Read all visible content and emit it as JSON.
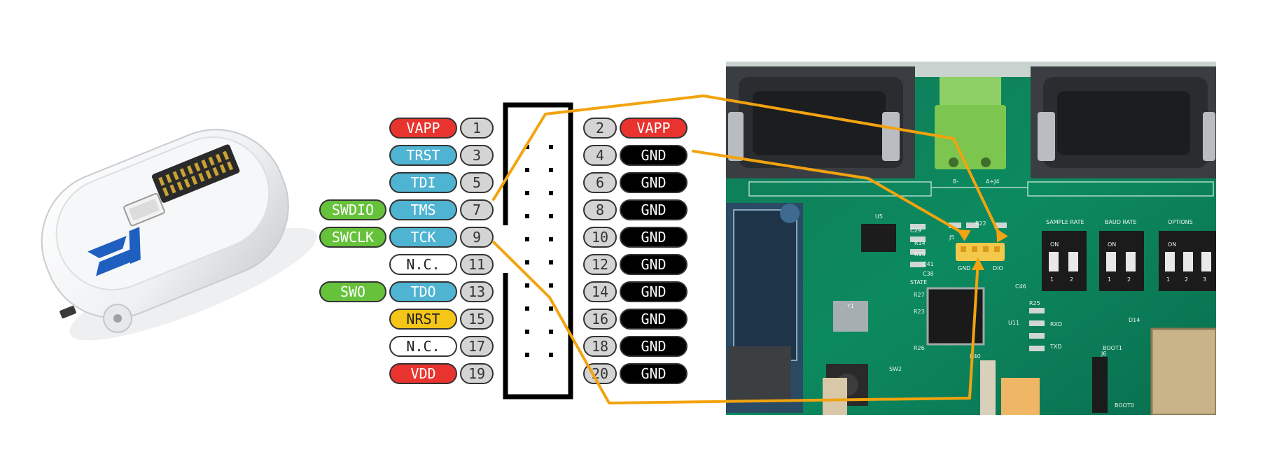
{
  "diagram": {
    "connector": {
      "left_pins": [
        {
          "num": "1",
          "label": "VAPP",
          "fill": "#e8332e",
          "text": "#ffffff",
          "alt": ""
        },
        {
          "num": "3",
          "label": "TRST",
          "fill": "#4fb3d2",
          "text": "#ffffff",
          "alt": ""
        },
        {
          "num": "5",
          "label": "TDI",
          "fill": "#4fb3d2",
          "text": "#ffffff",
          "alt": ""
        },
        {
          "num": "7",
          "label": "TMS",
          "fill": "#4fb3d2",
          "text": "#ffffff",
          "alt": "SWDIO"
        },
        {
          "num": "9",
          "label": "TCK",
          "fill": "#4fb3d2",
          "text": "#ffffff",
          "alt": "SWCLK"
        },
        {
          "num": "11",
          "label": "N.C.",
          "fill": "#ffffff",
          "text": "#222222",
          "alt": ""
        },
        {
          "num": "13",
          "label": "TDO",
          "fill": "#4fb3d2",
          "text": "#ffffff",
          "alt": "SWO"
        },
        {
          "num": "15",
          "label": "NRST",
          "fill": "#f5c518",
          "text": "#222222",
          "alt": ""
        },
        {
          "num": "17",
          "label": "N.C.",
          "fill": "#ffffff",
          "text": "#222222",
          "alt": ""
        },
        {
          "num": "19",
          "label": "VDD",
          "fill": "#e8332e",
          "text": "#ffffff",
          "alt": ""
        }
      ],
      "right_pins": [
        {
          "num": "2",
          "label": "VAPP",
          "fill": "#e8332e",
          "text": "#ffffff"
        },
        {
          "num": "4",
          "label": "GND",
          "fill": "#000000",
          "text": "#ffffff"
        },
        {
          "num": "6",
          "label": "GND",
          "fill": "#000000",
          "text": "#ffffff"
        },
        {
          "num": "8",
          "label": "GND",
          "fill": "#000000",
          "text": "#ffffff"
        },
        {
          "num": "10",
          "label": "GND",
          "fill": "#000000",
          "text": "#ffffff"
        },
        {
          "num": "12",
          "label": "GND",
          "fill": "#000000",
          "text": "#ffffff"
        },
        {
          "num": "14",
          "label": "GND",
          "fill": "#000000",
          "text": "#ffffff"
        },
        {
          "num": "16",
          "label": "GND",
          "fill": "#000000",
          "text": "#ffffff"
        },
        {
          "num": "18",
          "label": "GND",
          "fill": "#000000",
          "text": "#ffffff"
        },
        {
          "num": "20",
          "label": "GND",
          "fill": "#000000",
          "text": "#ffffff"
        }
      ],
      "alt_fill": "#66c23a",
      "num_fill": "#d4d4d4",
      "wire_color": "#f2a30f"
    },
    "device": {
      "logo_text": "ST"
    },
    "pcb": {
      "silkscreen": [
        "SAMPLE RATE",
        "BAUD RATE",
        "OPTIONS",
        "ON",
        "ON",
        "ON",
        "1",
        "2",
        "1",
        "2",
        "1",
        "2",
        "3",
        "GND",
        "DIO",
        "J4",
        "J5",
        "J6",
        "BOOT1",
        "BOOT0",
        "U5",
        "U11",
        "Y1",
        "SW2",
        "C29",
        "R14",
        "R15",
        "C41",
        "C38",
        "R27",
        "R23",
        "R26",
        "R25",
        "RXD",
        "TXD",
        "D14",
        "C46",
        "R22",
        "R40",
        "B-",
        "A+",
        "STATE"
      ]
    }
  }
}
